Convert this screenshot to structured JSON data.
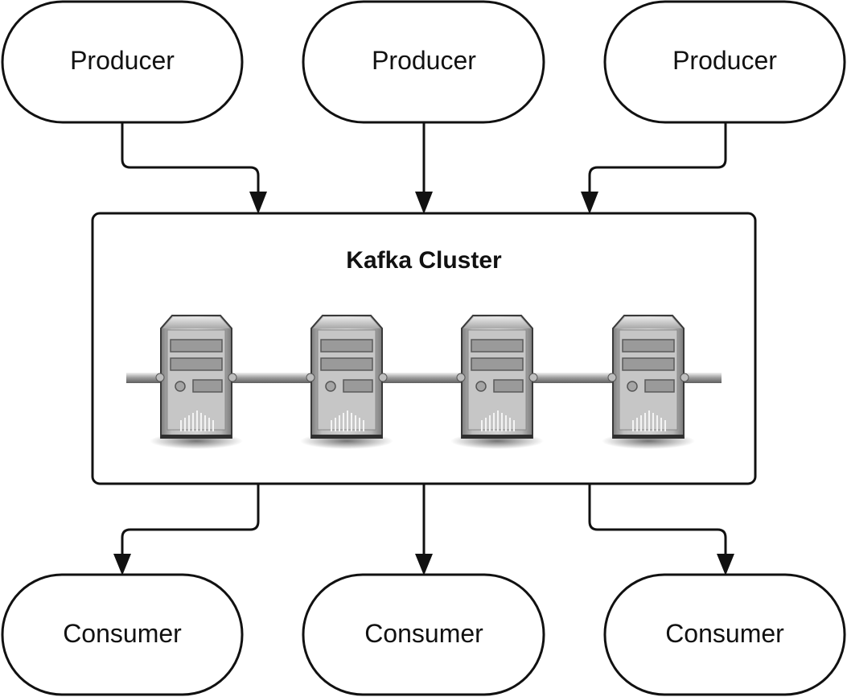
{
  "producers": [
    {
      "label": "Producer"
    },
    {
      "label": "Producer"
    },
    {
      "label": "Producer"
    }
  ],
  "cluster": {
    "title": "Kafka Cluster",
    "servers": [
      {
        "icon": "server-icon"
      },
      {
        "icon": "server-icon"
      },
      {
        "icon": "server-icon"
      },
      {
        "icon": "server-icon"
      }
    ]
  },
  "consumers": [
    {
      "label": "Consumer"
    },
    {
      "label": "Consumer"
    },
    {
      "label": "Consumer"
    }
  ]
}
